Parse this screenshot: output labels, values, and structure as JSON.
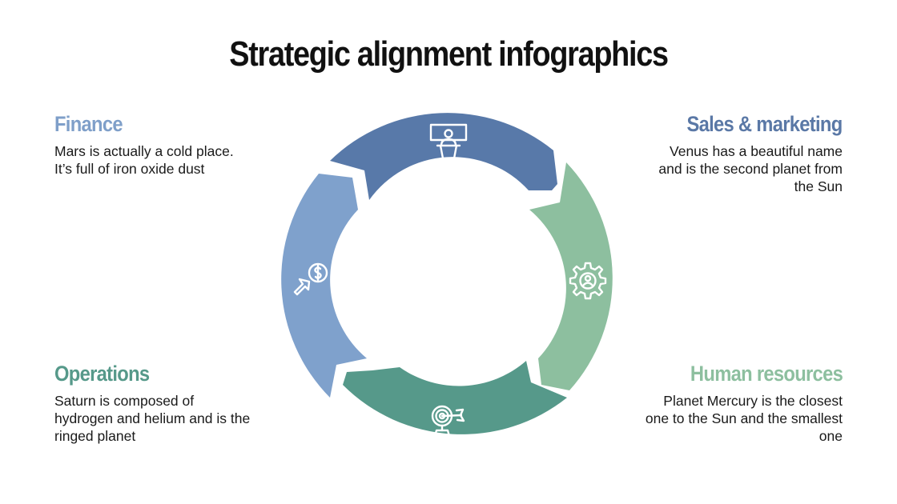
{
  "title": "Strategic alignment infographics",
  "blocks": {
    "finance": {
      "heading": "Finance",
      "color": "#7f9fc9",
      "text": "Mars is actually a cold place. It’s full of iron oxide dust"
    },
    "sales": {
      "heading": "Sales & marketing",
      "color": "#5a78a6",
      "text": "Venus has a beautiful name and is the second planet from the Sun"
    },
    "operations": {
      "heading": "Operations",
      "color": "#56998a",
      "text": "Saturn is composed of hydrogen and helium and is the ringed planet"
    },
    "hr": {
      "heading": "Human resources",
      "color": "#8dbf9f",
      "text": "Planet Mercury is the closest one to the Sun and the smallest one"
    }
  },
  "cycle": {
    "segments": [
      {
        "position": "top",
        "icon": "presenter-podium-icon",
        "color": "#5879a9"
      },
      {
        "position": "right",
        "icon": "gear-user-icon",
        "color": "#8dbf9f"
      },
      {
        "position": "bottom",
        "icon": "target-dart-icon",
        "color": "#56998a"
      },
      {
        "position": "left",
        "icon": "dollar-click-icon",
        "color": "#7fa1cc"
      }
    ]
  }
}
